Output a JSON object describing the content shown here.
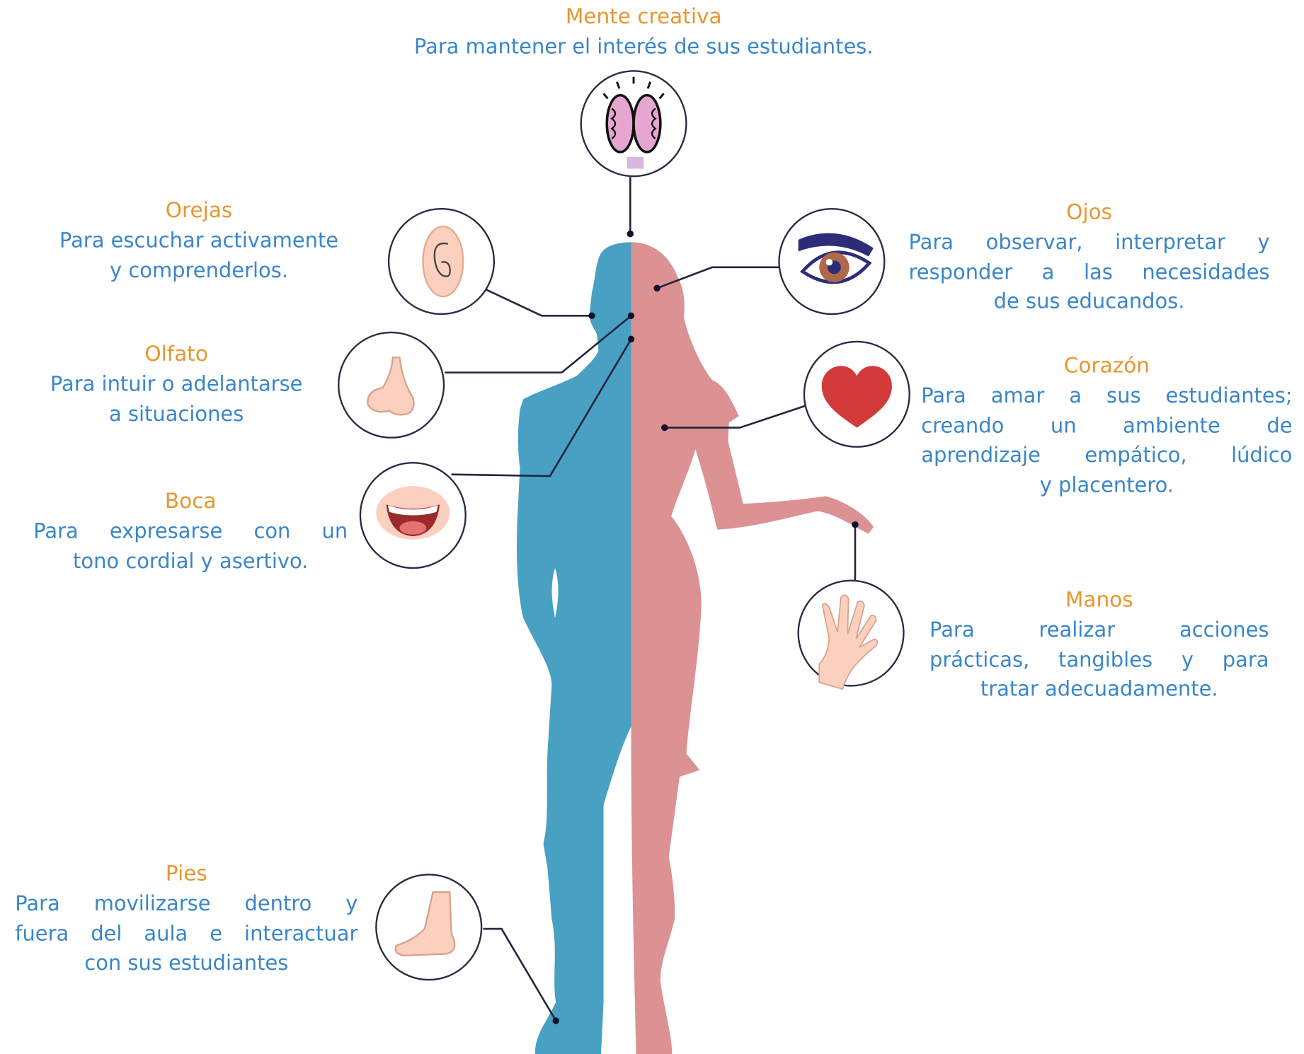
{
  "title": {
    "heading": "Mente creativa",
    "lines": [
      "Para mantener el interés de sus estudiantes."
    ]
  },
  "orejas": {
    "heading": "Orejas",
    "lines": [
      "Para escuchar activamente",
      "y comprenderlos."
    ]
  },
  "ojos": {
    "heading": "Ojos",
    "lines": [
      "Para observar, interpretar y",
      "responder a las necesidades",
      "de sus educandos."
    ]
  },
  "olfato": {
    "heading": "Olfato",
    "lines": [
      "Para intuir o adelantarse",
      "a situaciones"
    ]
  },
  "corazon": {
    "heading": "Corazón",
    "lines": [
      "Para amar a sus estudiantes;",
      "creando un ambiente de",
      "aprendizaje empático, lúdico",
      "y placentero."
    ]
  },
  "boca": {
    "heading": "Boca",
    "lines": [
      "Para expresarse con un",
      "tono cordial y asertivo."
    ]
  },
  "manos": {
    "heading": "Manos",
    "lines": [
      "Para realizar acciones",
      "prácticas, tangibles y para",
      "tratar adecuadamente."
    ]
  },
  "pies": {
    "heading": "Pies",
    "lines": [
      "Para movilizarse dentro y",
      "fuera del aula e interactuar",
      "con sus estudiantes"
    ]
  },
  "colors": {
    "heading": "#E8962E",
    "text": "#3A86C8",
    "male": "#48A0C2",
    "female": "#DC9192",
    "line": "#24243E"
  }
}
